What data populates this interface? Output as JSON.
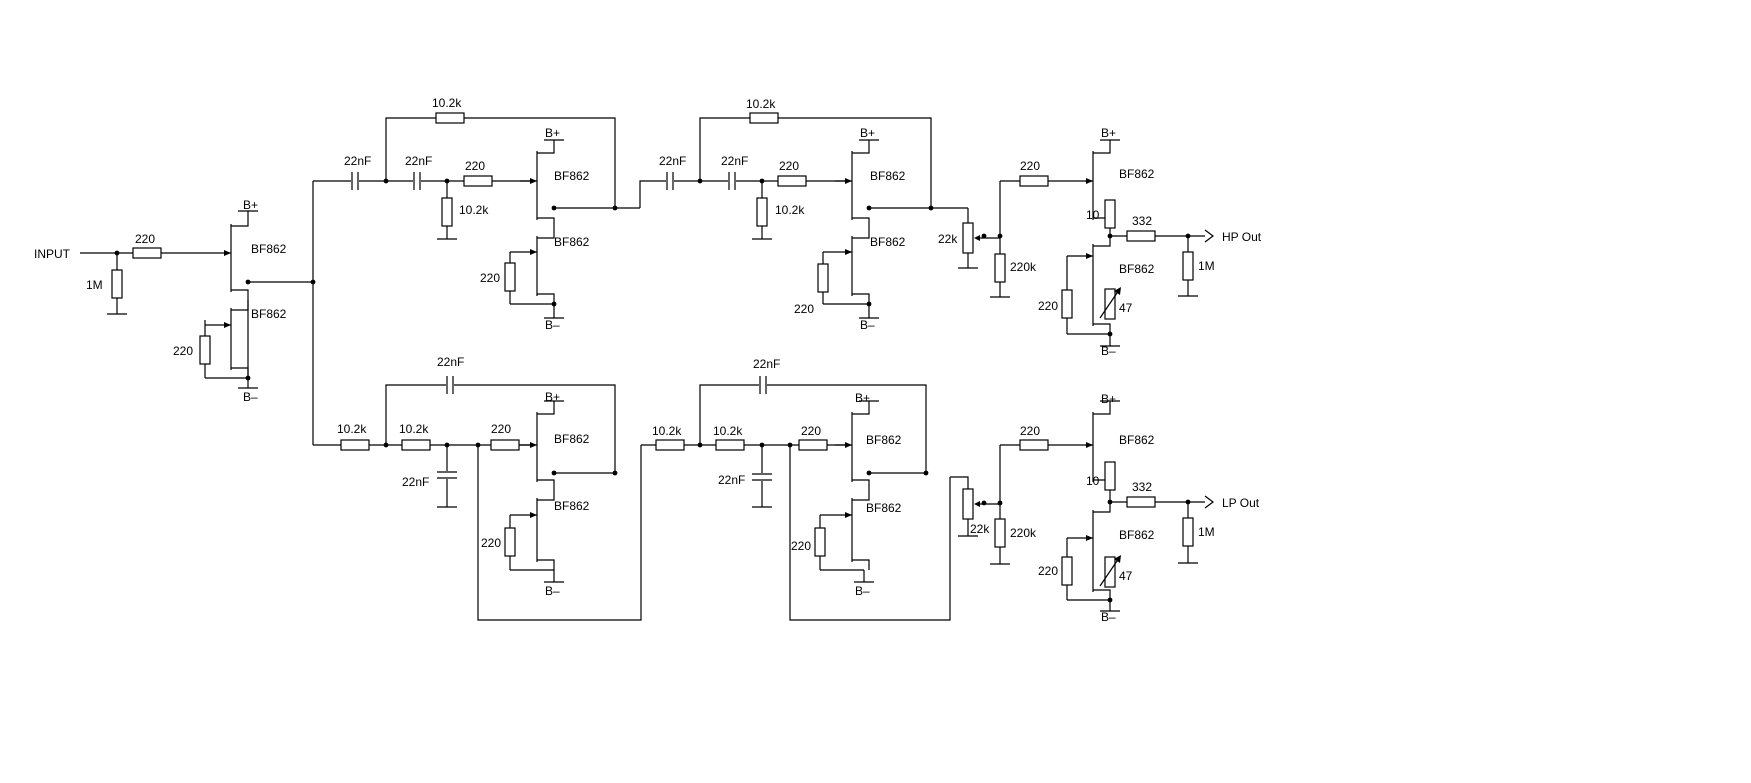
{
  "labels": {
    "input": "INPUT",
    "hp_out": "HP Out",
    "lp_out": "LP Out",
    "b_plus": "B+",
    "b_minus": "B–",
    "r220": "220",
    "r1M": "1M",
    "r10_2k": "10.2k",
    "r22k": "22k",
    "r220k": "220k",
    "r10": "10",
    "r332": "332",
    "pot47": "47",
    "c22nF": "22nF",
    "jfet": "BF862"
  }
}
